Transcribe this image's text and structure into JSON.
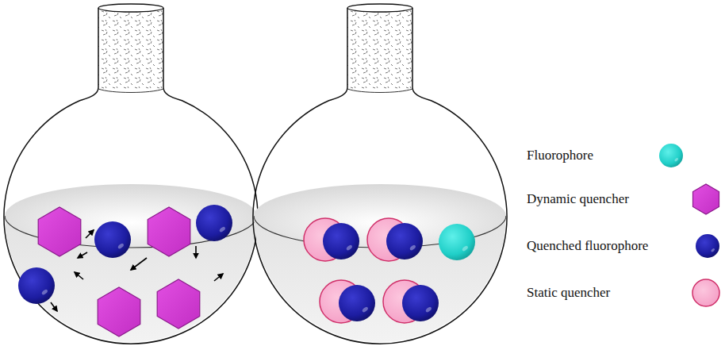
{
  "diagram": {
    "legend": [
      {
        "text": "Fluorophore"
      },
      {
        "text": "Dynamic quencher"
      },
      {
        "text": "Quenched fluorophore"
      },
      {
        "text": "Static quencher"
      }
    ]
  }
}
